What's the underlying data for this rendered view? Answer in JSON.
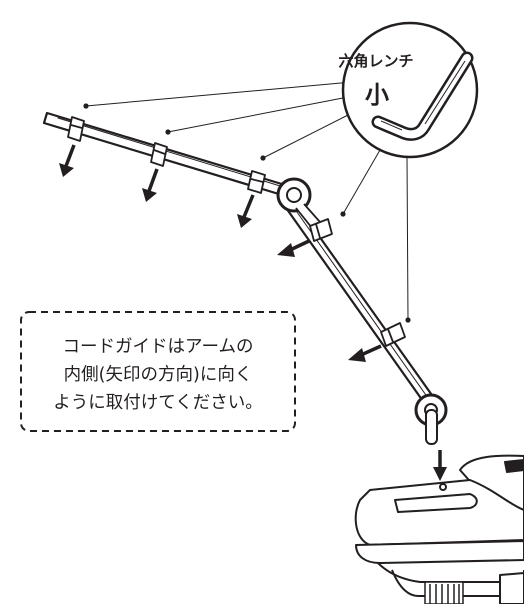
{
  "callout": {
    "tool_name": "六角レンチ",
    "tool_size": "小"
  },
  "note": {
    "lines": [
      "コードガイドはアームの",
      "内側(矢印の方向)に向く",
      "ように取付けてください。"
    ]
  },
  "colors": {
    "line": "#231f20",
    "arrow": "#231f20",
    "background": "#ffffff"
  },
  "icons": {
    "tool": "hex-key-icon",
    "direction": "arrow-down-icon"
  }
}
